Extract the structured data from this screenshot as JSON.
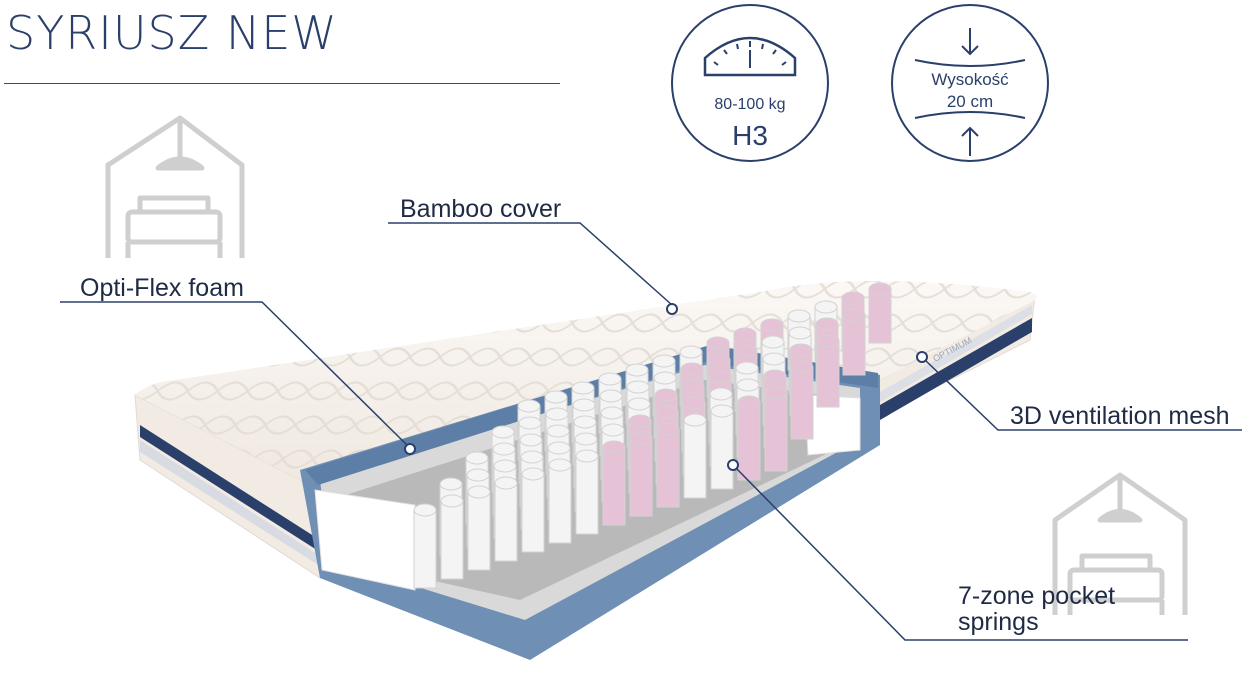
{
  "product": {
    "title": "SYRIUSZ NEW"
  },
  "badges": {
    "firmness": {
      "weight": "80-100 kg",
      "level": "H3",
      "icon": "gauge-icon"
    },
    "height": {
      "label": "Wysokość",
      "value": "20 cm",
      "icon": "height-arrows-icon"
    }
  },
  "callouts": {
    "cover": "Bamboo cover",
    "foam": "Opti-Flex foam",
    "mesh": "3D ventilation mesh",
    "springs_line1": "7-zone pocket",
    "springs_line2": "springs"
  },
  "mattress": {
    "brand_tag": "OPTIMUM"
  },
  "watermarks": [
    "house-sofa-icon",
    "house-sofa-icon"
  ],
  "colors": {
    "navy": "#2b3f6b",
    "cover": "#f6f0ea",
    "foam_blue": "#6f8fb4",
    "spring_white": "#f4f4f4",
    "spring_pink": "#e6c2d6"
  }
}
